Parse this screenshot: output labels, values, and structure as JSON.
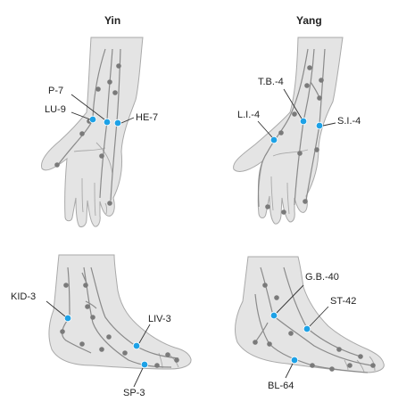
{
  "panels": {
    "yin_title": "Yin",
    "yang_title": "Yang"
  },
  "points": {
    "p7": "P-7",
    "lu9": "LU-9",
    "he7": "HE-7",
    "tb4": "T.B.-4",
    "li4": "L.I.-4",
    "si4": "S.I.-4",
    "kid3": "KID-3",
    "liv3": "LIV-3",
    "sp3": "SP-3",
    "gb40": "G.B.-40",
    "st42": "ST-42",
    "bl64": "BL-64"
  },
  "colors": {
    "skin": "#e4e4e4",
    "outline": "#a9a9a9",
    "meridian": "#8a8a8a",
    "acupoint": "#1da1e6"
  }
}
